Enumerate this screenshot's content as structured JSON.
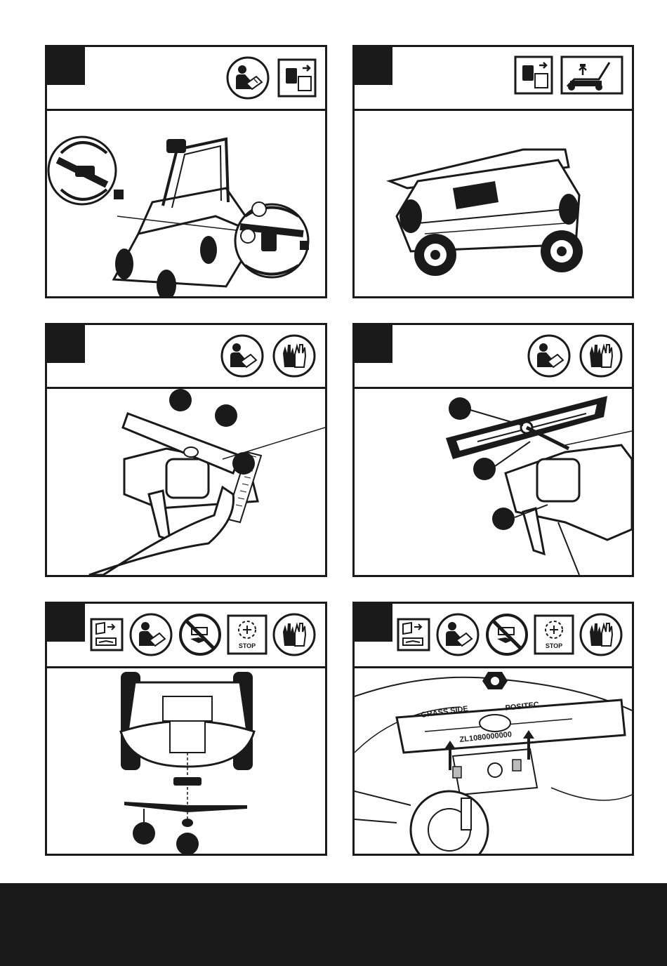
{
  "icons": {
    "manual": "read-manual-icon",
    "battery": "battery-removal-icon",
    "gloves": "gloves-icon",
    "stop": "stop-blade-icon",
    "no_hand": "no-hand-icon",
    "tilt_book": "tilt-book-icon",
    "mower_lift": "mower-lift-icon"
  },
  "stop_label": "STOP",
  "blade_text": {
    "grass_side": "GRASS SIDE",
    "brand": "POSITEC",
    "serial": "ZL1080000000"
  },
  "colors": {
    "ink": "#1a1a1a",
    "accent": "#1a1a1a"
  }
}
